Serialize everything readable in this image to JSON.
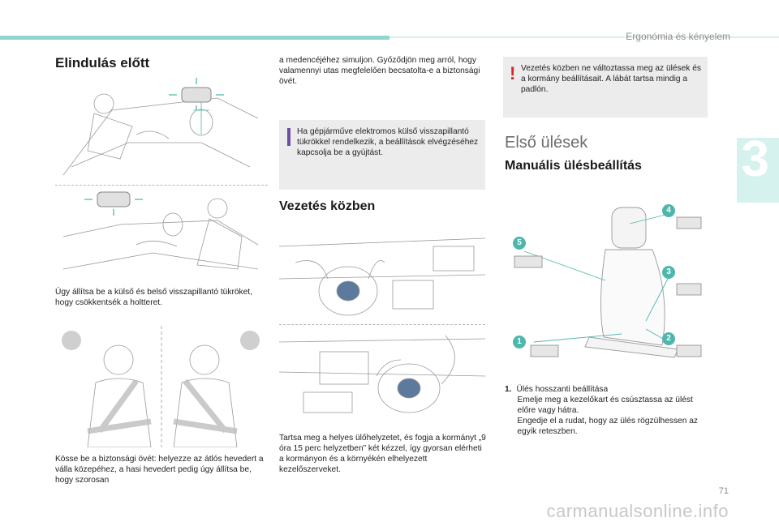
{
  "header": {
    "section_title": "Ergonómia és kényelem",
    "chapter_number": "3"
  },
  "left_col": {
    "heading": "Elindulás előtt",
    "caption_mirrors": "Úgy állítsa be a külső és belső visszapillantó tükröket, hogy csökkentsék a holtteret.",
    "caption_belts": "Kösse be a biztonsági övét: helyezze az átlós hevedert a válla közepéhez, a hasi hevedert pedig úgy állítsa be, hogy szorosan"
  },
  "mid_col": {
    "continued_text": "a medencéjéhez simuljon. Győződjön meg arról, hogy valamennyi utas megfelelően becsatolta-e a biztonsági övét.",
    "info_note": "Ha gépjárműve elektromos külső visszapillantó tükrökkel rendelkezik, a beállítások elvégzéséhez kapcsolja be a gyújtást.",
    "heading": "Vezetés közben",
    "caption_driving": "Tartsa meg a helyes ülőhelyzetet, és fogja a kormányt „9 óra 15 perc helyzetben” két kézzel, így gyorsan elérheti a kormányon és a környékén elhelyezett kezelőszerveket."
  },
  "right_col": {
    "warning_text": "Vezetés közben ne változtassa meg az ülések és a kormány beállításait. A lábát tartsa mindig a padlón.",
    "section_heading": "Első ülések",
    "subheading": "Manuális ülésbeállítás",
    "seat_labels": [
      "1",
      "2",
      "3",
      "4",
      "5"
    ],
    "list_number": "1.",
    "list_title": "Ülés hosszanti beállítása",
    "bullet_marker": "",
    "bullets": [
      "Emelje meg a kezelőkart és csúsztassa az ülést előre vagy hátra.",
      "Engedje el a rudat, hogy az ülés rögzülhessen az egyik reteszben."
    ]
  },
  "footer": {
    "page_number": "71",
    "watermark": "carmanualsonline.info"
  },
  "colors": {
    "accent": "#4fb6ae",
    "info_bar": "#6e4fa3",
    "warning": "#d7262c"
  }
}
